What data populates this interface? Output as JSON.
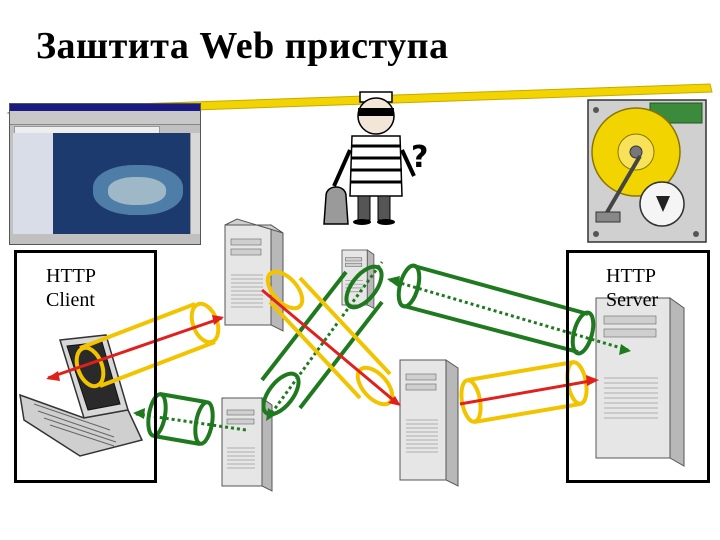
{
  "title": "Заштита Web приступа",
  "client": {
    "line1": "HTTP",
    "line2": "Client"
  },
  "server": {
    "line1": "HTTP",
    "line2": "Server"
  },
  "question_mark": "?",
  "colors": {
    "tunnel_yellow": "#f2c400",
    "tunnel_green": "#1f7a1f",
    "link_red": "#e0201c",
    "link_green_dotted": "#1f7a1f",
    "pencil_band": "#f2d400"
  },
  "icons": [
    "browser-window-icon",
    "burglar-icon",
    "hard-disk-icon",
    "laptop-icon",
    "server-tower-icon"
  ]
}
